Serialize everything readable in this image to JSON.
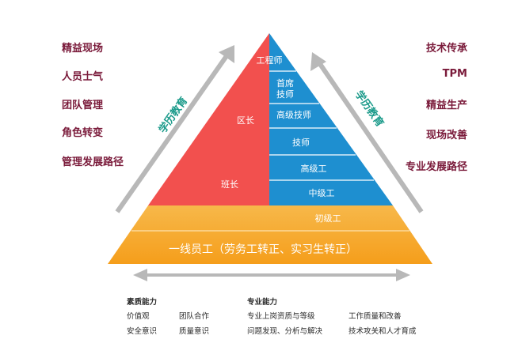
{
  "left_list": [
    "精益现场",
    "人员士气",
    "团队管理",
    "角色转变",
    "管理发展路径"
  ],
  "right_list": [
    "技术传承",
    "TPM",
    "精益生产",
    "现场改善",
    "专业发展路径"
  ],
  "arrows": {
    "left_label": "学历教育",
    "right_label": "学历教育"
  },
  "pyramid": {
    "left_side": {
      "mid": "区长",
      "low": "班长"
    },
    "right_side": [
      "首席\n技师",
      "高级技师",
      "技师",
      "高级工",
      "中级工"
    ],
    "right_side_line1": "首席",
    "right_side_line2": "技师",
    "top": "工程师",
    "band1": "初级工",
    "base": "一线员工（劳务工转正、实习生转正）"
  },
  "bottom": {
    "col1_head": "素质能力",
    "col1_r1a": "价值观",
    "col1_r1b": "团队合作",
    "col1_r2a": "安全意识",
    "col1_r2b": "质量意识",
    "col2_head": "专业能力",
    "col2_r1a": "专业上岗资质与等级",
    "col2_r1b": "工作质量和改善",
    "col2_r2a": "问题发现、分析与解决",
    "col2_r2b": "技术攻关和人才育成"
  },
  "colors": {
    "red": "#f2504e",
    "blue": "#1e8fd0",
    "orange": "#f5a623",
    "lightorange": "#f7c06a",
    "arrow": "#b8b8b8",
    "text": "#7a1a3a"
  }
}
